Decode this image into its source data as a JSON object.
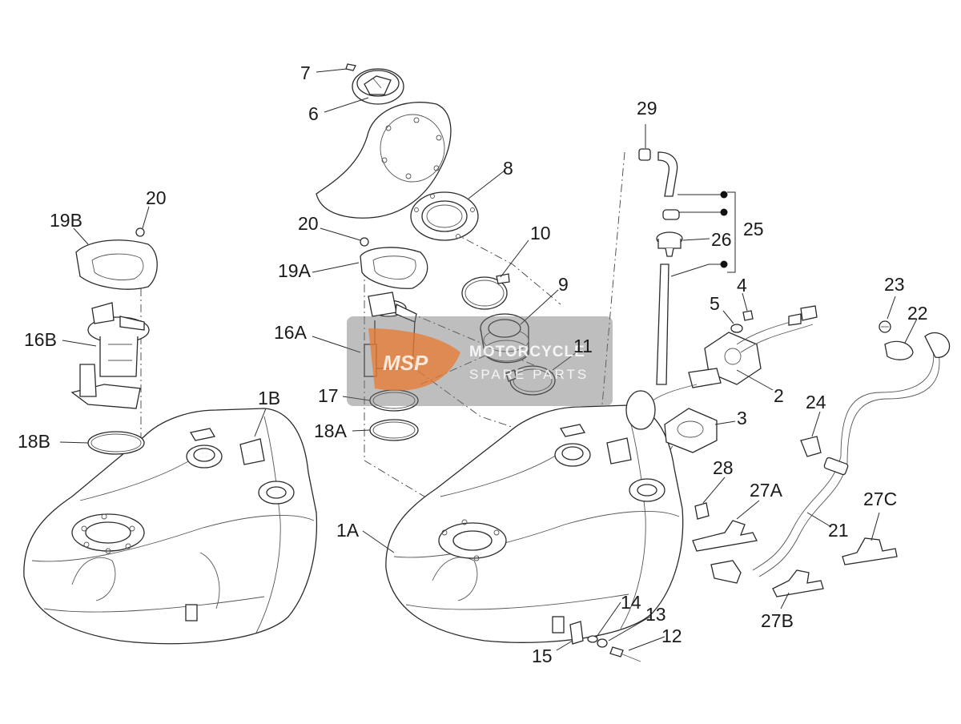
{
  "labels": {
    "l1A": "1A",
    "l1B": "1B",
    "l2": "2",
    "l3": "3",
    "l4": "4",
    "l5": "5",
    "l6": "6",
    "l7": "7",
    "l8": "8",
    "l9": "9",
    "l10": "10",
    "l11": "11",
    "l12": "12",
    "l13": "13",
    "l14": "14",
    "l15": "15",
    "l16A": "16A",
    "l16B": "16B",
    "l17": "17",
    "l18A": "18A",
    "l18B": "18B",
    "l19A": "19A",
    "l19B": "19B",
    "l20a": "20",
    "l20b": "20",
    "l21": "21",
    "l22": "22",
    "l23": "23",
    "l24": "24",
    "l25": "25",
    "l26": "26",
    "l27A": "27A",
    "l27B": "27B",
    "l27C": "27C",
    "l28": "28",
    "l29": "29"
  },
  "watermark": {
    "logo": "MSP",
    "line1": "MOTORCYCLE",
    "line2": "SPARE PARTS"
  },
  "colors": {
    "line": "#2a2a2a",
    "watermark_bg": "#6f6f6f",
    "watermark_accent": "#e8782e"
  }
}
